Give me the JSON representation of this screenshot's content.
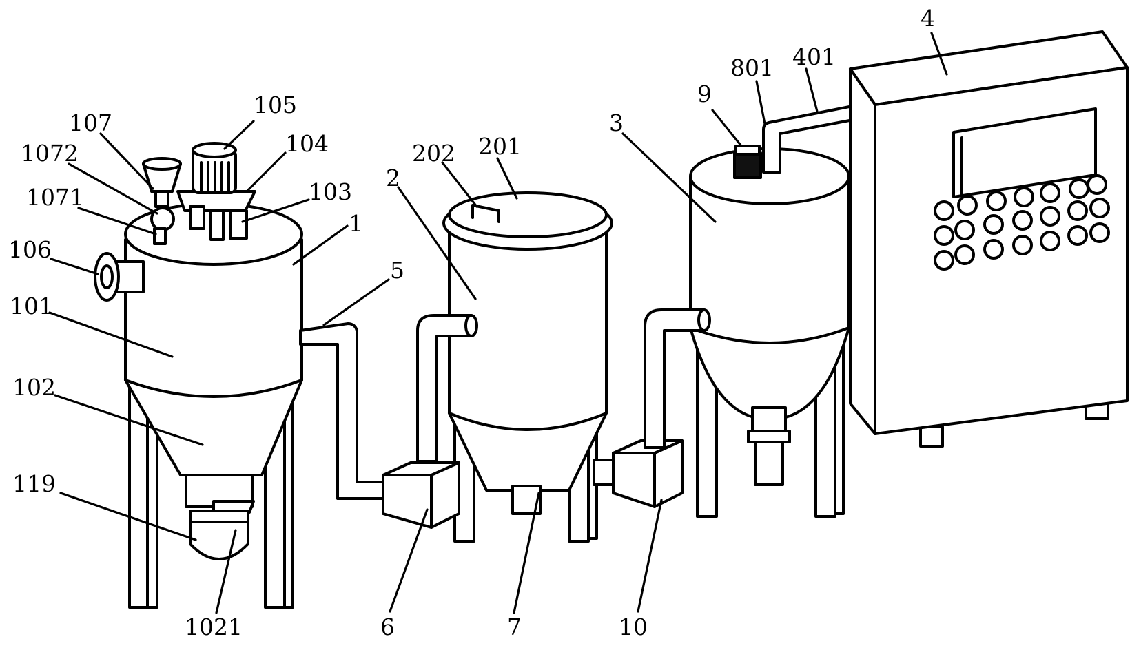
{
  "labels": {
    "l105": "105",
    "l107": "107",
    "l104": "104",
    "l1072": "1072",
    "l103": "103",
    "l1071": "1071",
    "l1": "1",
    "l106": "106",
    "l101": "101",
    "l102": "102",
    "l119": "119",
    "l1021": "1021",
    "l5": "5",
    "l2": "2",
    "l202": "202",
    "l201": "201",
    "l6": "6",
    "l7": "7",
    "l3": "3",
    "l9": "9",
    "l801": "801",
    "l401": "401",
    "l4": "4",
    "l10": "10"
  },
  "colors": {
    "line": "#000000",
    "fill": "#ffffff"
  }
}
